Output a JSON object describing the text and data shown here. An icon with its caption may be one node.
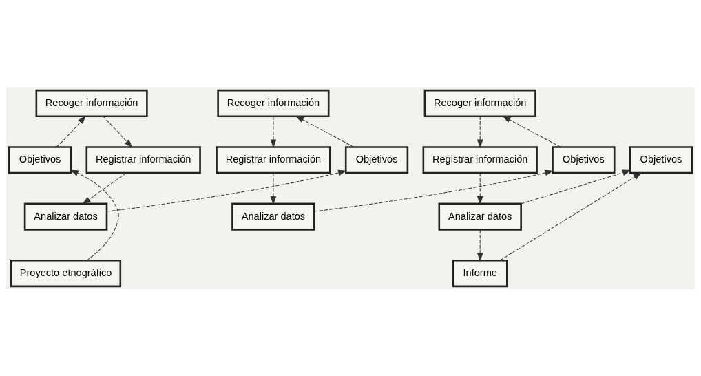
{
  "diagram": {
    "nodes": [
      {
        "text": [
          "Recoger información"
        ]
      },
      {
        "text": [
          "Recoger información"
        ]
      },
      {
        "text": [
          "Recoger información"
        ]
      },
      {
        "text": [
          "Objetivos"
        ]
      },
      {
        "text": [
          "Objetivos"
        ]
      },
      {
        "text": [
          "Registrar información"
        ]
      },
      {
        "text": [
          "Objetivos"
        ]
      },
      {
        "text": [
          "Registrar información"
        ]
      },
      {
        "text": [
          "Objetivos"
        ]
      },
      {
        "text": [
          "Registrar información"
        ]
      },
      {
        "text": [
          "Analizar datos"
        ]
      },
      {
        "text": [
          "Analizar datos"
        ]
      },
      {
        "text": [
          "Analizar datos"
        ]
      },
      {
        "text": [
          "Proyecto etnográfico"
        ]
      },
      {
        "text": [
          "Informe"
        ]
      }
    ],
    "edges": [
      {
        "from": 3,
        "to": 0,
        "arrow": "to",
        "style": "dashed"
      },
      {
        "from": 0,
        "to": 5,
        "arrow": "to",
        "style": "dashed"
      },
      {
        "from": 4,
        "to": 1,
        "arrow": "to",
        "style": "dashed"
      },
      {
        "from": 1,
        "to": 7,
        "arrow": "to",
        "style": "dashed"
      },
      {
        "from": 6,
        "to": 2,
        "arrow": "to",
        "style": "dashed"
      },
      {
        "from": 2,
        "to": 9,
        "arrow": "to",
        "style": "dashed"
      },
      {
        "from": 5,
        "to": 10,
        "arrow": "to",
        "style": "dashed"
      },
      {
        "from": 10,
        "to": 4,
        "arrow": "to",
        "style": "dashed"
      },
      {
        "from": 7,
        "to": 11,
        "arrow": "to",
        "style": "dashed"
      },
      {
        "from": 11,
        "to": 6,
        "arrow": "to",
        "style": "dashed"
      },
      {
        "from": 9,
        "to": 12,
        "arrow": "to",
        "style": "dashed"
      },
      {
        "from": 12,
        "to": 8,
        "arrow": "to",
        "style": "dashed"
      },
      {
        "from": 13,
        "to": 3,
        "arrow": "to",
        "style": "dashed"
      },
      {
        "from": 12,
        "to": 14,
        "arrow": "to",
        "style": "dashed"
      },
      {
        "from": 14,
        "to": 8,
        "arrow": "to",
        "style": "dashed"
      }
    ]
  }
}
